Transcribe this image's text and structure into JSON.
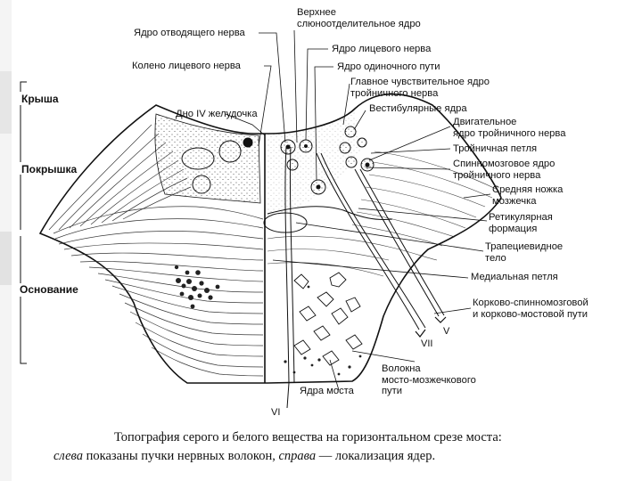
{
  "labels": {
    "abducens": "Ядро отводящего нерва",
    "sup_salivatory": [
      "Верхнее",
      "слюноотделительное ядро"
    ],
    "facial": "Ядро лицевого нерва",
    "solitary": "Ядро одиночного пути",
    "facial_genu": "Колено лицевого нерва",
    "main_sensory_trigeminal": [
      "Главное чувствительное ядро",
      "тройничного нерва"
    ],
    "vestibular": "Вестибулярные ядра",
    "fourth_ventricle_floor": "Дно IV желудочка",
    "motor_trigeminal": [
      "Двигательное",
      "ядро тройничного нерва"
    ],
    "trigeminal_lemniscus": "Тройничная петля",
    "spinal_trigeminal": [
      "Спинномозговое ядро",
      "тройничного нерва"
    ],
    "middle_cerebellar_peduncle": [
      "Средняя ножка",
      "мозжечка"
    ],
    "reticular_formation": [
      "Ретикулярная",
      "формация"
    ],
    "trapezoid_body": [
      "Трапециевидное",
      "тело"
    ],
    "medial_lemniscus": "Медиальная петля",
    "corticospinal": [
      "Корково-спинномозговой",
      "и корково-мостовой пути"
    ],
    "pontocerebellar_fibers": [
      "Волокна",
      "мосто-мозжечкового",
      "пути"
    ],
    "pontine_nuclei": "Ядра моста"
  },
  "regions": {
    "roof": "Крыша",
    "tegmentum": "Покрышка",
    "base": "Основание"
  },
  "nerve_numbers": {
    "six": "VI",
    "seven": "VII",
    "five": "V"
  },
  "caption": {
    "line1": "Топография серого и белого вещества на горизонтальном срезе моста:",
    "left_word": "слева",
    "middle": " показаны пучки нервных волокон, ",
    "right_word": "справа",
    "end": " — локализация ядер."
  }
}
